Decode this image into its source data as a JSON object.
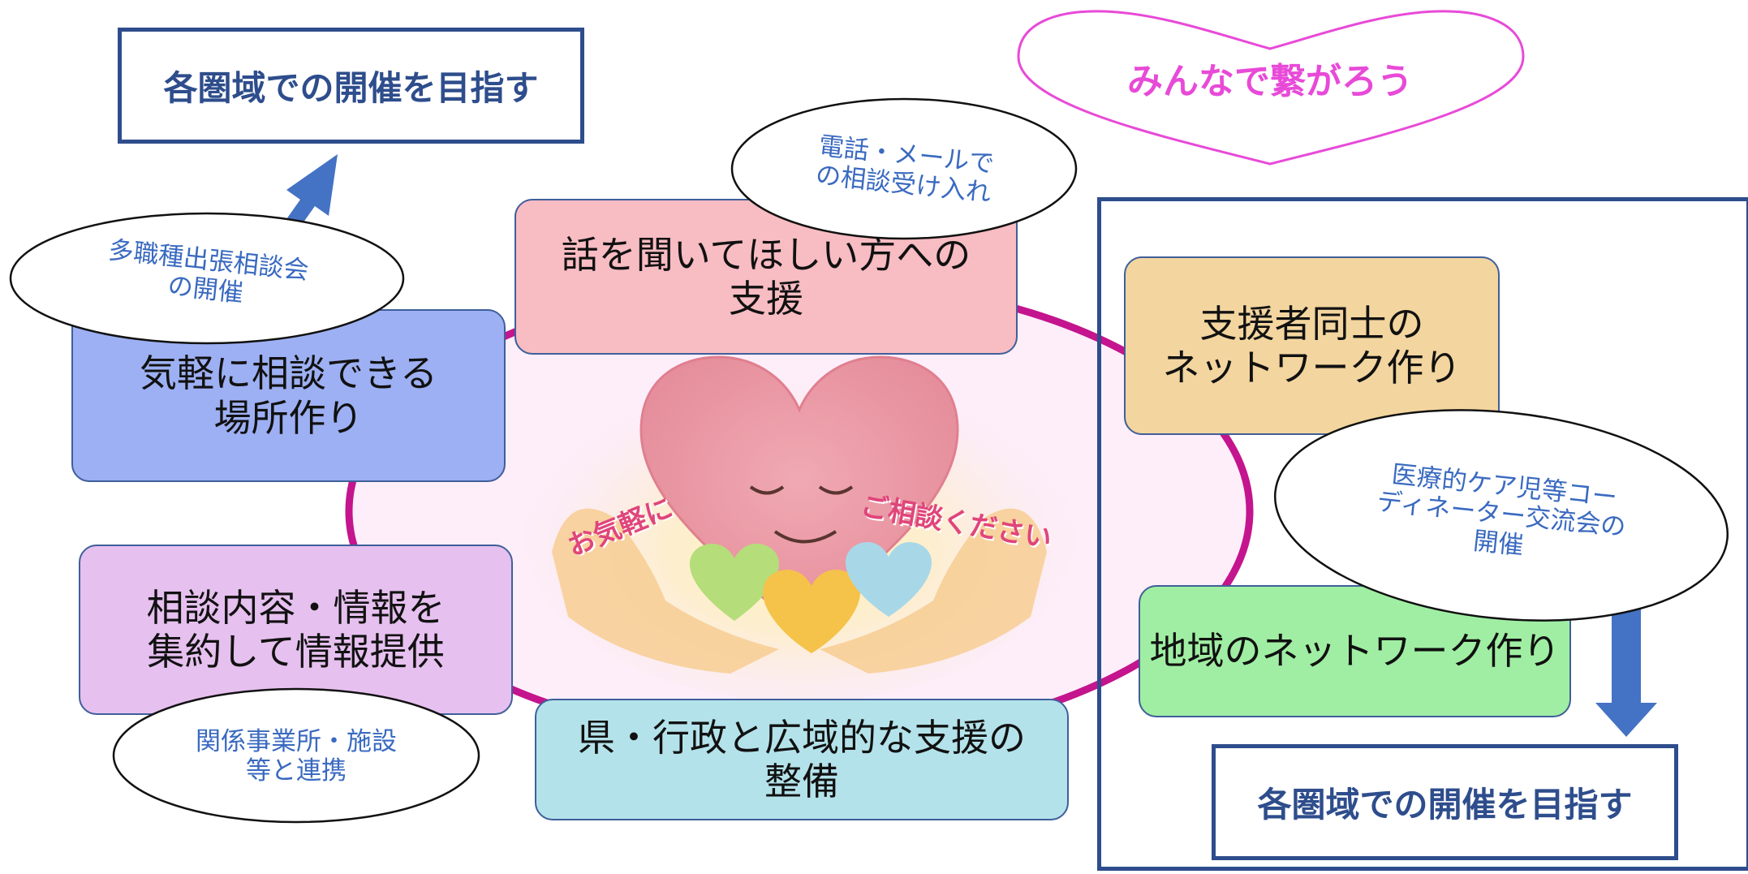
{
  "goal_top_left": "各圏域での開催を目指す",
  "goal_bottom_right": "各圏域での開催を目指す",
  "heart_banner": "みんなで繋がろう",
  "center_image": {
    "text_left": "お気軽に",
    "text_right": "ご相談ください"
  },
  "boxes": {
    "listen_support": "話を聞いてほしい方への\n支援",
    "consult_place": "気軽に相談できる\n場所作り",
    "info_collect": "相談内容・情報を\n集約して情報提供",
    "prefecture": "県・行政と広域的な支援の\n整備",
    "supporter_network": "支援者同士の\nネットワーク作り",
    "regional_network": "地域のネットワーク作り"
  },
  "ovals": {
    "phone_mail": "電話・メールで\nの相談受け入れ",
    "multi_job": "多職種出張相談会\nの開催",
    "related_offices": "関係事業所・施設\n等と連携",
    "coordinator": "医療的ケア児等コー\nディネーター交流会の\n開催"
  },
  "colors": {
    "pink_box": "#f8bcc3",
    "blue_box": "#9db0f3",
    "purple_box": "#e6c0ef",
    "cyan_box": "#b4e2ea",
    "orange_box": "#f3d59f",
    "green_box": "#a0eea3",
    "ring": "#c4148e",
    "navy": "#2e4d8c",
    "heart_outline": "#e84ad8",
    "arrow": "#4472c4"
  }
}
